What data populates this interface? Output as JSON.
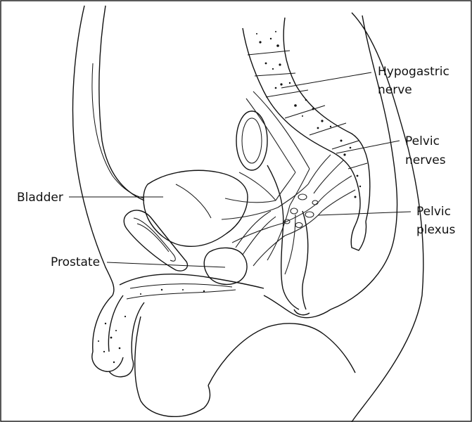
{
  "labels": {
    "hypogastric_line1": "Hypogastric",
    "hypogastric_line2": "nerve",
    "pelvic_nerves_line1": "Pelvic",
    "pelvic_nerves_line2": "nerves",
    "pelvic_plexus_line1": "Pelvic",
    "pelvic_plexus_line2": "plexus",
    "bladder": "Bladder",
    "prostate": "Prostate"
  },
  "colors": {
    "ink": "#111111",
    "background": "#ffffff",
    "frame": "#222222"
  }
}
